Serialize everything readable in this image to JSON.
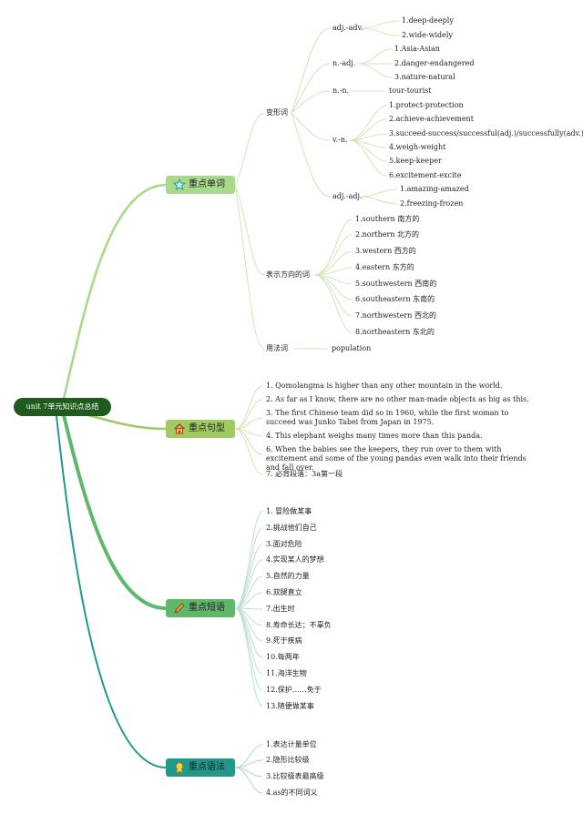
{
  "root": {
    "label": "unit 7单元知识点总结"
  },
  "branches": {
    "vocab": {
      "label": "重点单词",
      "color": "#a9d98a",
      "icon": "star-icon",
      "transform": {
        "label": "变形词",
        "adj_adv": {
          "label": "adj.-adv.",
          "items": [
            "1.deep-deeply",
            "2.wide-widely"
          ]
        },
        "n_adj": {
          "label": "n.-adj.",
          "items": [
            "1.Asia-Asian",
            "2.danger-endangered",
            "3.nature-natural"
          ]
        },
        "n_n": {
          "label": "n.-n.",
          "items": [
            "tour-tourist"
          ]
        },
        "v_n": {
          "label": "v.-n.",
          "items": [
            "1.protect-protection",
            "2.achieve-achievement",
            "3.succeed-success/successful(adj.)/successfully(adv.)",
            "4.weigh-weight",
            "5.keep-keeper",
            "6.excitement-excite"
          ]
        },
        "adj_adj": {
          "label": "adj.-adj.",
          "items": [
            "1.amazing-amazed",
            "2.freezing-frozen"
          ]
        }
      },
      "direction": {
        "label": "表示方向的词",
        "items": [
          "1.southern 南方的",
          "2.northern 北方的",
          "3.western 西方的",
          "4.eastern 东方的",
          "5.southwestern 西南的",
          "6.southeastern 东南的",
          "7.northwestern 西北的",
          "8.northeastern 东北的"
        ]
      },
      "usage": {
        "label": "用法词",
        "items": [
          "population"
        ]
      }
    },
    "sentences": {
      "label": "重点句型",
      "color": "#9fcb60",
      "icon": "house-icon",
      "items": [
        "1. Qomolangma is higher than any other mountain in the world.",
        "2. As far as I know, there are no other man-made objects as big as this.",
        "3. The first Chinese team did so in 1960, while the first woman to succeed was Junko Tabei from Japan in 1975.",
        "4. This elephant weighs many times more than this panda.",
        "6. When the babies see the keepers, they run over to them with excitement and some of the young pandas even walk into their friends and fall over.",
        "7. 必背段落：3a第一段"
      ]
    },
    "phrases": {
      "label": "重点短语",
      "color": "#5fb76b",
      "icon": "pencil-icon",
      "items": [
        "1. 冒险做某事",
        "2.挑战他们自己",
        "3.面对危险",
        "4.实现某人的梦想",
        "5.自然的力量",
        "6.双腿直立",
        "7.出生时",
        "8.寿命长达；不辜负",
        "9.死于疾病",
        "10.每两年",
        "11.海洋生物",
        "12.保护……免于",
        "13.随便做某事"
      ]
    },
    "grammar": {
      "label": "重点语法",
      "color": "#1f9a8a",
      "icon": "award-icon",
      "items": [
        "1.表达计量单位",
        "2.隐形比较级",
        "3.比较级表最高级",
        "4.as的不同词义"
      ]
    }
  }
}
